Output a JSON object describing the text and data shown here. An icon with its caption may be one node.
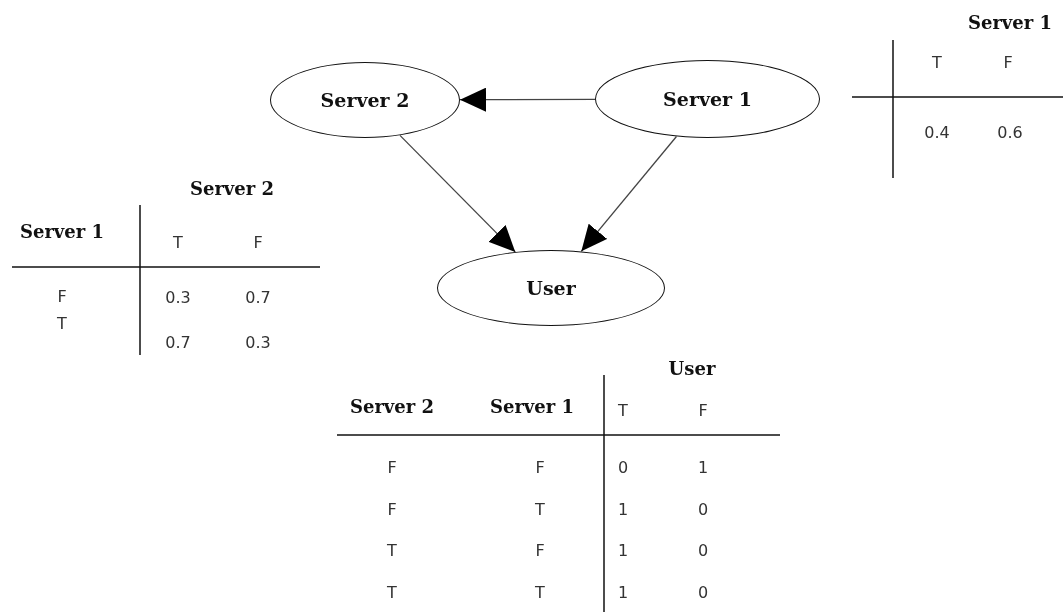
{
  "diagram": {
    "nodes": [
      {
        "text": [
          "Server 2"
        ]
      },
      {
        "text": [
          "Server 1"
        ]
      },
      {
        "text": [
          "User"
        ]
      }
    ],
    "edges": [
      {
        "from": 1,
        "to": 0,
        "arrow": "to"
      },
      {
        "from": 0,
        "to": 2,
        "arrow": "to"
      },
      {
        "from": 1,
        "to": 2,
        "arrow": "to"
      }
    ],
    "labels": [
      "Server 1",
      "T",
      "F",
      "0.4",
      "0.6",
      "Server 2",
      "Server 1",
      "T",
      "F",
      "F",
      "0.3",
      "0.7",
      "T",
      "0.7",
      "0.3",
      "User",
      "Server 2",
      "Server 1",
      "T",
      "F",
      "F",
      "F",
      "0",
      "1",
      "F",
      "T",
      "1",
      "0",
      "T",
      "F",
      "1",
      "0",
      "T",
      "T",
      "1",
      "0"
    ]
  }
}
